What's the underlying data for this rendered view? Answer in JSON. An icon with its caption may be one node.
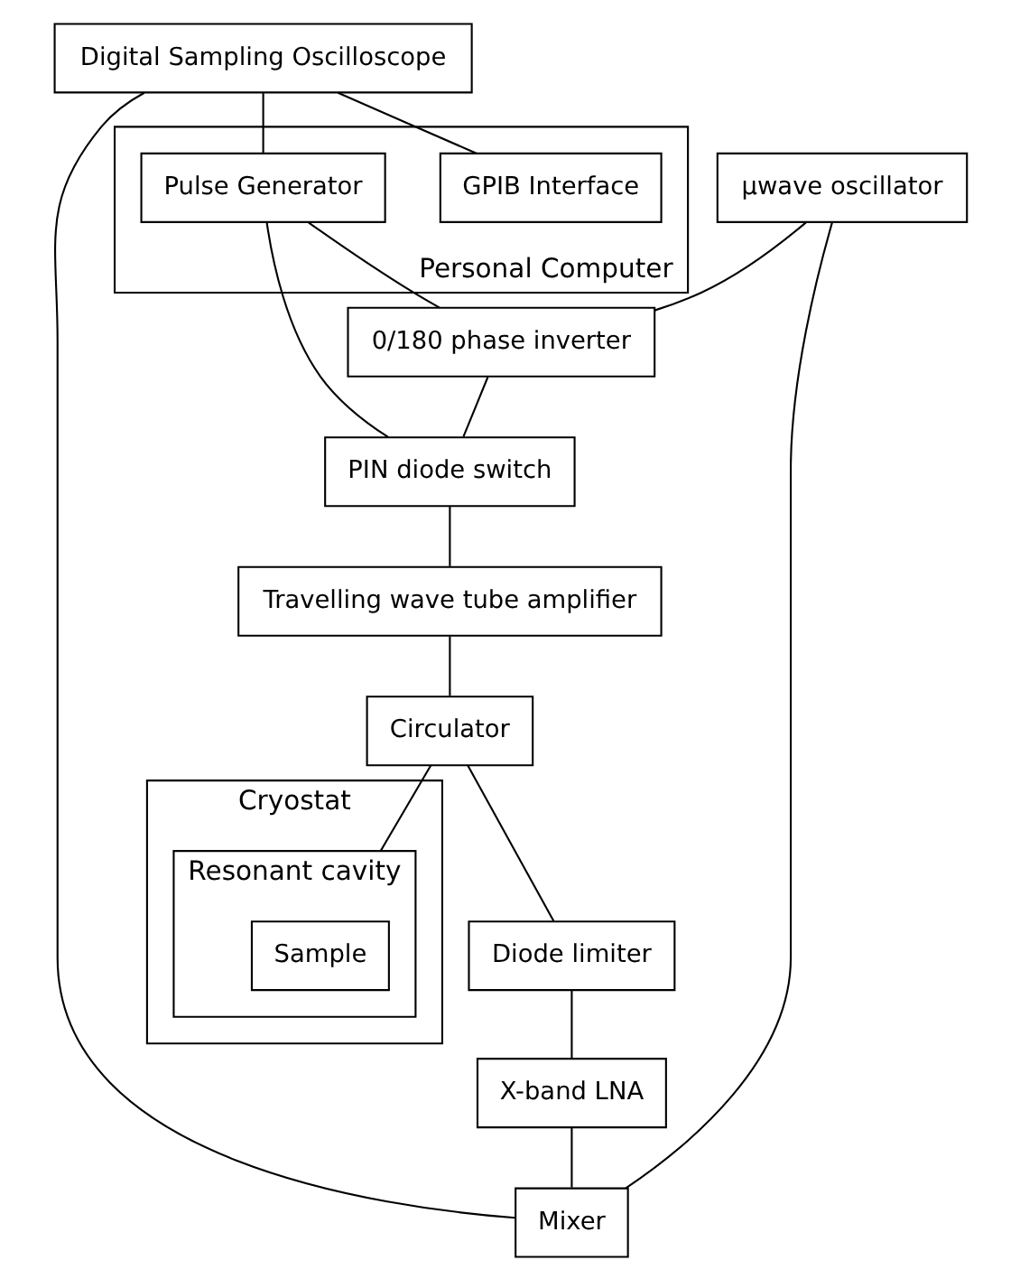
{
  "diagram": {
    "nodes": [
      {
        "text": [
          "Personal Computer"
        ]
      },
      {
        "text": [
          "GPIB Interface"
        ],
        "in": 0
      },
      {
        "text": [
          "Pulse Generator"
        ],
        "in": 0
      },
      {
        "text": [
          "Digital Sampling Oscilloscope"
        ]
      },
      {
        "text": [
          "µwave oscillator"
        ]
      },
      {
        "text": [
          "0/180 phase inverter"
        ]
      },
      {
        "text": [
          "PIN diode switch"
        ]
      },
      {
        "text": [
          "Travelling wave tube amplifier"
        ]
      },
      {
        "text": [
          "Circulator"
        ]
      },
      {
        "text": [
          "Cryostat"
        ]
      },
      {
        "text": [
          "Resonant cavity"
        ],
        "in": 9
      },
      {
        "text": [
          "Sample"
        ],
        "in": 10
      },
      {
        "text": [
          "Mixer"
        ]
      },
      {
        "text": [
          "X-band LNA"
        ]
      },
      {
        "text": [
          "Diode limiter"
        ]
      }
    ],
    "edges": [
      {
        "from": 3,
        "to": 1,
        "arrow": "none"
      },
      {
        "from": 3,
        "to": 2,
        "arrow": "none"
      },
      {
        "from": 2,
        "to": 5,
        "arrow": "none"
      },
      {
        "from": 2,
        "to": 6,
        "arrow": "none"
      },
      {
        "from": 4,
        "to": 5,
        "arrow": "none"
      },
      {
        "from": 5,
        "to": 6,
        "arrow": "none"
      },
      {
        "from": 6,
        "to": 7,
        "arrow": "none"
      },
      {
        "from": 7,
        "to": 8,
        "arrow": "none"
      },
      {
        "from": 8,
        "to": 10,
        "arrow": "none"
      },
      {
        "from": 8,
        "to": 14,
        "arrow": "none"
      },
      {
        "from": 14,
        "to": 13,
        "arrow": "none"
      },
      {
        "from": 13,
        "to": 12,
        "arrow": "none"
      },
      {
        "from": 4,
        "to": 12,
        "arrow": "none"
      },
      {
        "from": 3,
        "to": 12,
        "arrow": "none"
      }
    ]
  }
}
